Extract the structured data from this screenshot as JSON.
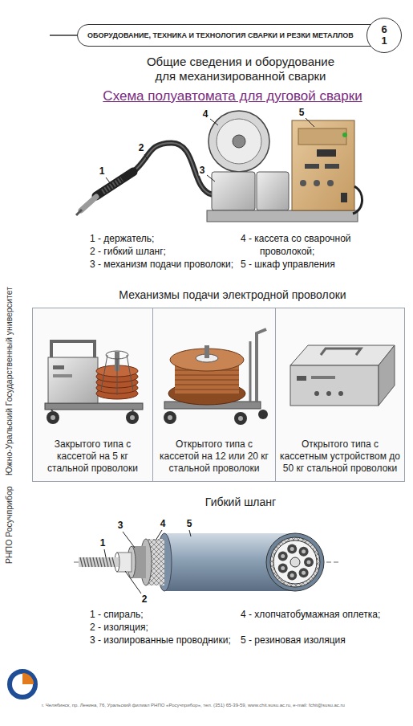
{
  "diagram": {
    "title": "Общие сведения и оборудование для механизированной сварки",
    "nodes": [
      {
        "text": [
          "ОБОРУДОВАНИЕ, ТЕХНИКА И ТЕХНОЛОГИЯ СВАРКИ И РЕЗКИ МЕТАЛЛОВ"
        ]
      },
      {
        "text": [
          "6",
          "1"
        ],
        "in": 0
      },
      {
        "text": [
          "Закрытого типа с кассетой на 5 кг стальной проволоки"
        ]
      },
      {
        "text": [
          "Открытого типа с кассетой на 12 или 20 кг стальной проволоки"
        ]
      },
      {
        "text": [
          "Открытого типа с кассетным устройством до 50 кг стальной проволоки"
        ]
      }
    ],
    "labels": [
      "Схема полуавтомата для дуговой сварки",
      "1",
      "2",
      "3",
      "4",
      "5",
      "1 - держатель;",
      "2 - гибкий шланг;",
      "3 - механизм подачи проволоки;",
      "4 - кассета со сварочной проволокой;",
      "5 - шкаф управления",
      "Механизмы подачи электродной проволоки",
      "Гибкий шланг",
      "3",
      "4",
      "5",
      "1",
      "2",
      "1 - спираль;",
      "2 - изоляция;",
      "3 - изолированные проводники;",
      "4 - хлопчатобумажная оплетка;",
      "5 - резиновая изоляция",
      "Южно-Уральский Государственный университет",
      "РНПО Росучприбор",
      "г. Челябинск, пр. Ленина, 76, Уральский филиал РНПО «Росучприбор», тел. (351) 65-39-59, www.chit.susu.ac.ru, e-mail: fchit@susu.ac.ru"
    ]
  }
}
